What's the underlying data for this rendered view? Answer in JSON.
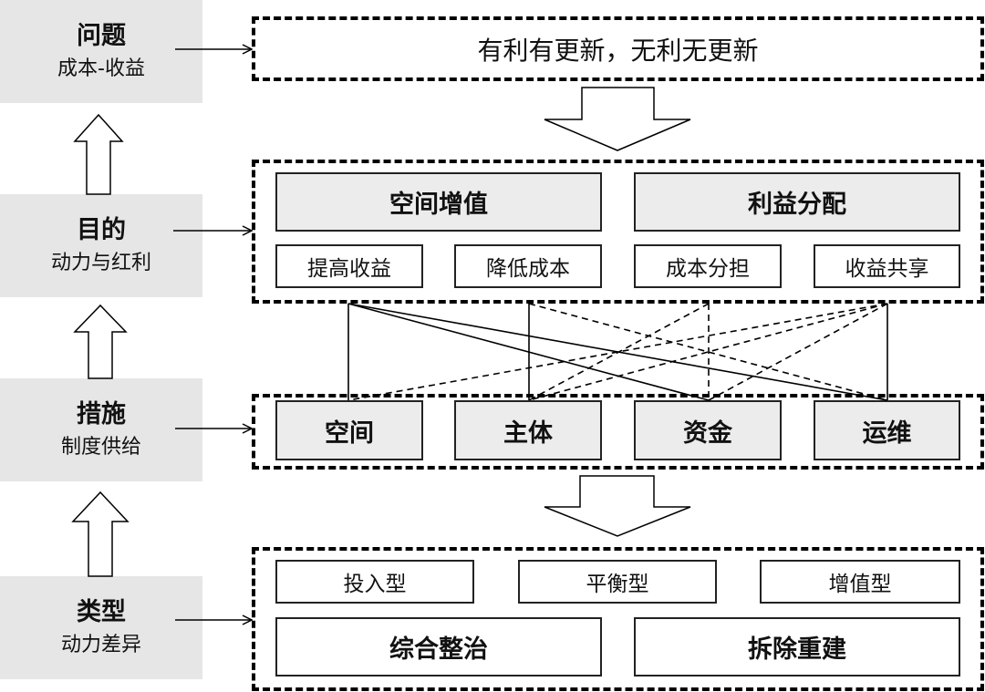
{
  "left_column": [
    {
      "title": "问题",
      "subtitle": "成本-收益"
    },
    {
      "title": "目的",
      "subtitle": "动力与红利"
    },
    {
      "title": "措施",
      "subtitle": "制度供给"
    },
    {
      "title": "类型",
      "subtitle": "动力差异"
    }
  ],
  "problem_box": {
    "text": "有利有更新，无利无更新"
  },
  "purpose_box": {
    "headers": [
      "空间增值",
      "利益分配"
    ],
    "items": [
      "提高收益",
      "降低成本",
      "成本分担",
      "收益共享"
    ]
  },
  "measures_box": {
    "items": [
      "空间",
      "主体",
      "资金",
      "运维"
    ]
  },
  "types_box": {
    "top_items": [
      "投入型",
      "平衡型",
      "增值型"
    ],
    "bottom_items": [
      "综合整治",
      "拆除重建"
    ]
  },
  "connectors": {
    "solid": [
      [
        0,
        0
      ],
      [
        0,
        2
      ],
      [
        0,
        3
      ],
      [
        1,
        1
      ],
      [
        3,
        3
      ]
    ],
    "dashed": [
      [
        1,
        3
      ],
      [
        2,
        2
      ],
      [
        2,
        1
      ],
      [
        3,
        0
      ],
      [
        3,
        1
      ],
      [
        3,
        2
      ]
    ]
  },
  "colors": {
    "panel_grey": "#e6e6e6",
    "box_grey": "#ececec",
    "stroke": "#000000"
  }
}
